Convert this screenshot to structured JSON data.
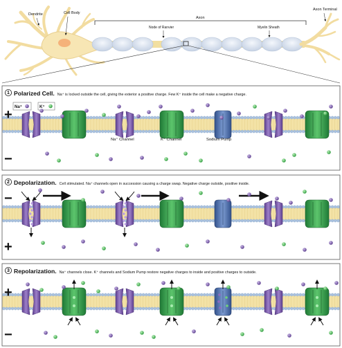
{
  "neuron": {
    "labels": {
      "dendrite": "Dendrite",
      "cell_body": "Cell Body",
      "axon": "Axon",
      "axon_terminal": "Axon Terminal",
      "node_of_ranvier": "Node of Ranvier",
      "myelin_sheath": "Myelin Sheath"
    }
  },
  "panels": [
    {
      "number": "1",
      "title": "Polarized Cell.",
      "description": "Na⁺ is locked outside the cell, giving the exterior a positive charge. Few K⁺ inside the cell make a negative charge.",
      "top_sign": "+",
      "bottom_sign": "−"
    },
    {
      "number": "2",
      "title": "Depolarization.",
      "description": "Cell stimulated. Na⁺ channels open in succession causing a charge swap. Negative charge outside, positive inside.",
      "top_sign": "−",
      "bottom_sign": "+"
    },
    {
      "number": "3",
      "title": "Repolarization.",
      "description": "Na⁺ channels close. K⁺ channels and Sodium Pump restore negative charges to inside and positive charges to outside.",
      "top_sign": "+",
      "bottom_sign": "−"
    }
  ],
  "legend": {
    "na_label": "Na⁺",
    "k_label": "K⁺"
  },
  "channel_labels": {
    "na_channel": "Na⁺ Channel",
    "k_channel": "K⁺ Channel",
    "sodium_pump": "Sodium Pump"
  },
  "colors": {
    "neuron_fill": "#f7e6b4",
    "neuron_stroke": "#e3c98a",
    "cell_body_nucleus": "#f5b27a",
    "myelin": "#dde6f2",
    "na_channel": "#7a5aa8",
    "k_channel": "#2f9a4a",
    "sodium_pump": "#4a6ca8",
    "na_ion": "#6a4a9c",
    "k_ion": "#3ab04a",
    "membrane_head": "#a8c0dc",
    "membrane_tail": "#f2dfa0",
    "panel_bg": "#ffffff",
    "panel_border": "#555555"
  }
}
